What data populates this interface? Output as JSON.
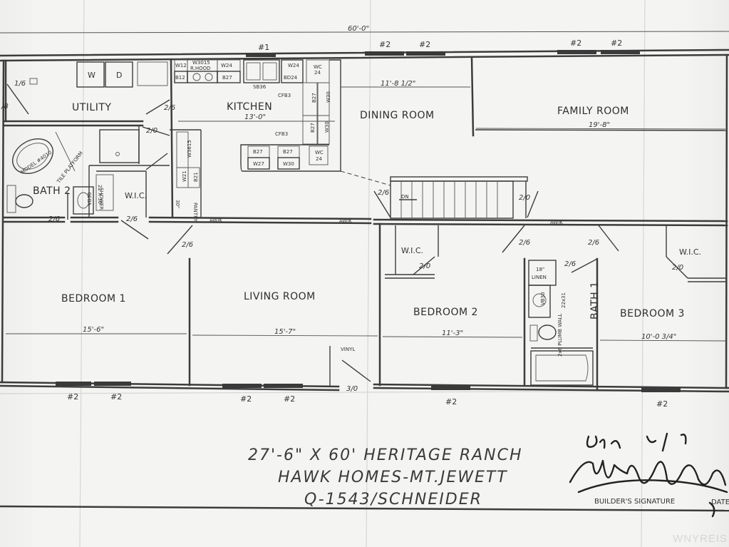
{
  "plan": {
    "overall_dimension": "60'-0\"",
    "rooms": {
      "utility": "UTILITY",
      "kitchen": "KITCHEN",
      "dining": "DINING ROOM",
      "family": "FAMILY ROOM",
      "bath2": "BATH 2",
      "wic_left": "W.I.C.",
      "bedroom1": "BEDROOM 1",
      "living": "LIVING ROOM",
      "bedroom2": "BEDROOM 2",
      "bath1": "BATH 1",
      "bedroom3": "BEDROOM 3",
      "wic_mid": "W.I.C.",
      "wic_right": "W.I.C.",
      "pantry": "PANTRY"
    },
    "dimensions": {
      "kitchen": "13'-0\"",
      "dining": "11'-8 1/2\"",
      "family": "19'-8\"",
      "bedroom1": "15'-6\"",
      "living": "15'-7\"",
      "bedroom2": "11'-3\"",
      "bedroom3": "10'-0 3/4\""
    },
    "windows": {
      "w1": "#1",
      "w2": "#2",
      "w3": "#2",
      "w4": "#2",
      "w5": "#2",
      "w6": "#2",
      "w7": "#2",
      "w8": "#2",
      "w9": "#2",
      "w10": "#2",
      "w11": "#2"
    },
    "doors": {
      "d1": "1/6",
      "d2": "2/6",
      "d3": "2/0",
      "d4": "2/6",
      "d5": "2/6",
      "d6": "2/6",
      "d7": "2/6",
      "d8": "2/0",
      "d9": "2/6",
      "d10": "2/6",
      "d11": "2/0",
      "d12": "2/0",
      "d13": "2/6",
      "d14": "3/0",
      "d15": "/8"
    },
    "fixtures": {
      "washer": "W",
      "dryer": "D",
      "w12": "W12",
      "w3015": "W3015",
      "rhood": "R.HOOD",
      "w24a": "W24",
      "w24b": "W24",
      "b12": "B12",
      "b27a": "B27",
      "bd24": "BD24",
      "sb36": "SB36",
      "wc24a": "WC",
      "wc24a_n": "24",
      "b27b": "B27",
      "w30a": "W30",
      "cfb3a": "CFB3",
      "cfb3b": "CFB3",
      "b27c": "B27",
      "w30b": "W30",
      "b27d": "B27",
      "b27e": "B27",
      "w27": "W27",
      "w30c": "W30",
      "wc24b": "WC",
      "wc24b_n": "24",
      "w3615": "W3615",
      "w21": "W21",
      "b21": "B21",
      "pantry_w": "30\"",
      "tub_model": "MODEL #4010",
      "tile_platform": "TILE PLATFORM",
      "vanity_left": "VB30",
      "shower_size": "22 X 30",
      "shower_label": "SHOWER",
      "stair_dn": "DN",
      "awik1": "AWIK",
      "awik2": "AWIK",
      "awik3": "AWIK",
      "linen": "18\"",
      "linen_label": "LINEN",
      "vanity_right": "VB30",
      "vanity_size": "22x31",
      "plumb_wall": "2x6 PLUMB WALL",
      "vinyl": "VINYL"
    },
    "title_block": {
      "line1": "27'-6\" X 60' HERITAGE RANCH",
      "line2": "HAWK HOMES-MT.JEWETT",
      "line3": "Q-1543/SCHNEIDER",
      "builder_sig": "BUILDER'S SIGNATURE",
      "date": "DATE"
    },
    "watermark": "WNYREIS"
  }
}
